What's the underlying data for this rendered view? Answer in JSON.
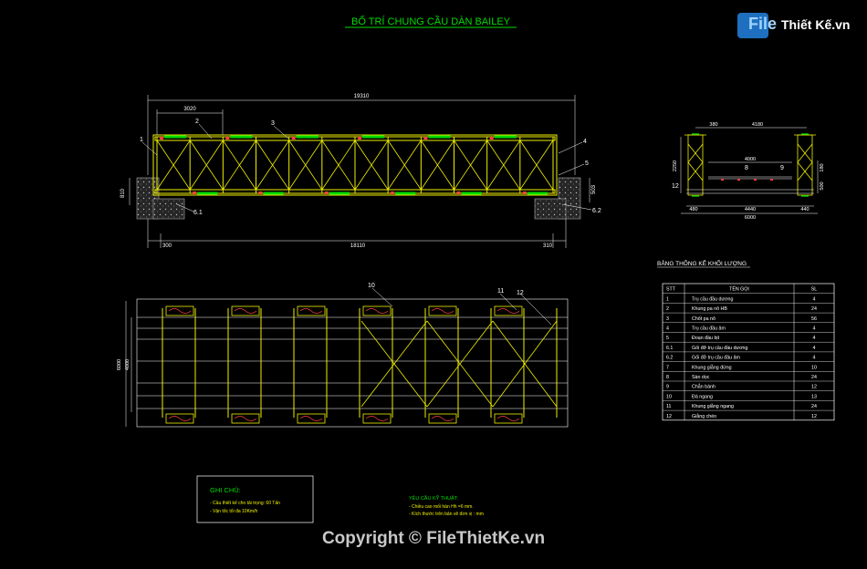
{
  "title": "BỐ TRÍ CHUNG CẦU DÀN BAILEY",
  "logo": {
    "brand": "File",
    "rest": "Thiết Kế.vn"
  },
  "copyright": "Copyright © FileThietKe.vn",
  "colors": {
    "background": "#000000",
    "truss": "#f0f000",
    "highlight": "#00dd00",
    "dimension": "#ffffff",
    "outline": "#ff4040",
    "concrete": "#9a9a9a"
  },
  "elevation": {
    "dim_total": "19310",
    "dim_panel": "3020",
    "dim_bottom": "18110",
    "dim_left_end": "300",
    "dim_right_end": "310",
    "dim_left_height": "810",
    "dim_right_height": "503",
    "callouts": [
      "1",
      "2",
      "3",
      "4",
      "5",
      "6.1",
      "6.2"
    ]
  },
  "section": {
    "dims_top": [
      "380",
      "4180"
    ],
    "dim_deck": "4000",
    "dims_bottom": [
      "480",
      "4440",
      "440"
    ],
    "dim_total": "6000",
    "dim_left_height": "2250",
    "dim_right_heights": [
      "180",
      "500"
    ],
    "callouts": [
      "8",
      "9",
      "12"
    ]
  },
  "plan": {
    "dims_left": [
      "6000",
      "4000"
    ],
    "callouts": [
      "10",
      "11",
      "12"
    ]
  },
  "table": {
    "title": "BẢNG THỐNG KÊ KHỐI LƯỢNG",
    "headers": [
      "STT",
      "TÊN GỌI",
      "SL"
    ],
    "rows": [
      [
        "1",
        "Trụ cầu đầu dương",
        "4"
      ],
      [
        "2",
        "Khung pa nô HB",
        "24"
      ],
      [
        "3",
        "Chốt pa nô",
        "56"
      ],
      [
        "4",
        "Trụ cầu đầu âm",
        "4"
      ],
      [
        "5",
        "Đoạn   đầu bịt",
        "4"
      ],
      [
        "6.1",
        "Gối đỡ trụ cầu đầu dương",
        "4"
      ],
      [
        "6.2",
        "Gối đỡ trụ cầu đầu âm",
        "4"
      ],
      [
        "7",
        "Khung giằng đứng",
        "10"
      ],
      [
        "8",
        "Sàn dọc",
        "24"
      ],
      [
        "9",
        "Chắn bánh",
        "12"
      ],
      [
        "10",
        "Đà ngang",
        "13"
      ],
      [
        "11",
        "Khung giằng ngang",
        "24"
      ],
      [
        "12",
        "Giằng chéo",
        "12"
      ]
    ]
  },
  "notes": {
    "title": "GHI CHÚ:",
    "items": [
      "- Cầu thiết kế cho tải trọng: 60 Tấn",
      "- Vận tốc tối đa 10Km/h"
    ]
  },
  "requirements": {
    "title": "YÊU CẦU KỸ THUẬT:",
    "items": [
      "- Chiều cao mối hàn Hh =6   mm.",
      "- Kích thước trên bản vẽ đơn vị : mm"
    ]
  }
}
